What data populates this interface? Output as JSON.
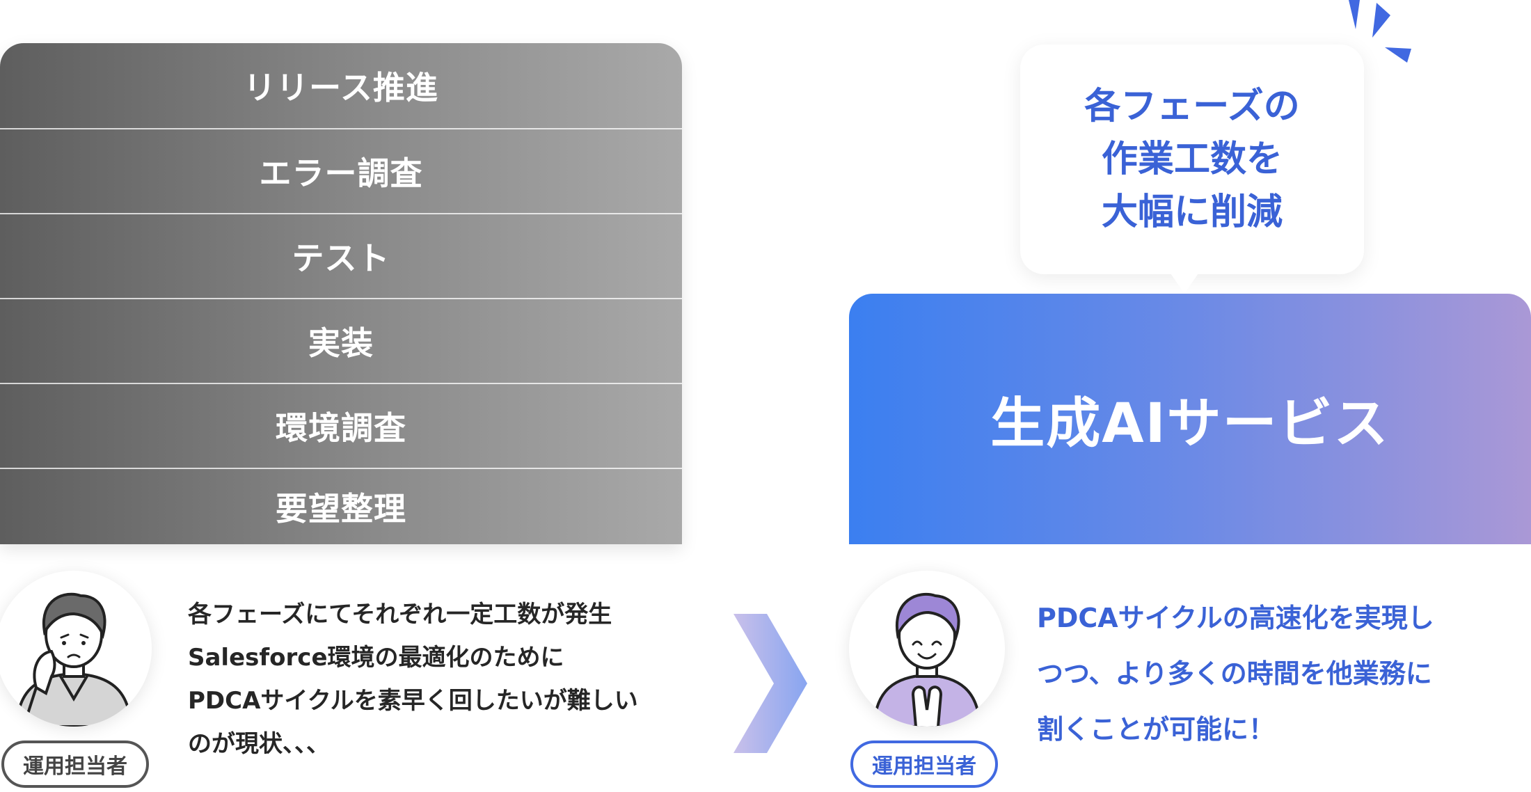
{
  "left": {
    "phases": [
      "リリース推進",
      "エラー調査",
      "テスト",
      "実装",
      "環境調査",
      "要望整理"
    ],
    "role": "運用担当者",
    "description": [
      "各フェーズにてそれぞれ一定工数が発生",
      "Salesforce環境の最適化のために",
      "PDCAサイクルを素早く回したいが難しい",
      "のが現状、、、"
    ]
  },
  "right": {
    "bubble": [
      "各フェーズの",
      "作業工数を",
      "大幅に削減"
    ],
    "service": "生成AIサービス",
    "role": "運用担当者",
    "description": [
      "PDCAサイクルの高速化を実現し",
      "つつ、より多くの時間を他業務に",
      "割くことが可能に！"
    ]
  },
  "colors": {
    "accent_blue": "#3a62d6",
    "gradient_start": "#3b7ff0",
    "gradient_end": "#aa98d6",
    "stack_dark": "#5e5e5e",
    "stack_light": "#a9a9a9"
  }
}
